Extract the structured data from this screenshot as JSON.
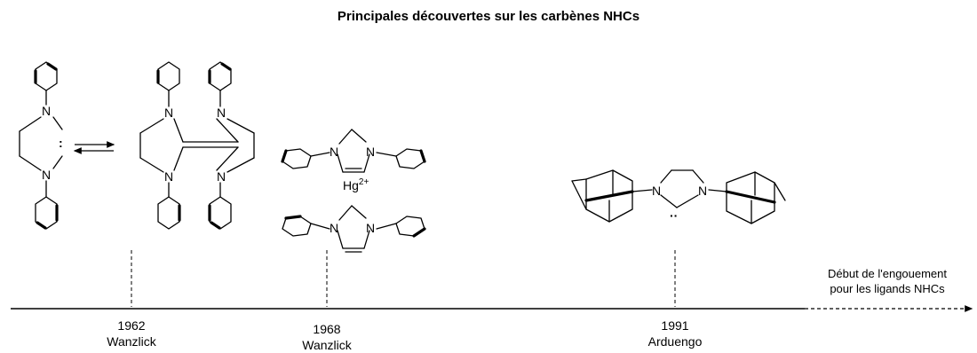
{
  "title": "Principales découvertes sur les carbènes NHCs",
  "events": [
    {
      "year": "1962",
      "author": "Wanzlick"
    },
    {
      "year": "1968",
      "author": "Wanzlick"
    },
    {
      "year": "1991",
      "author": "Arduengo"
    }
  ],
  "note": {
    "line1": "Début de l'engouement",
    "line2": "pour les ligands NHCs"
  },
  "atoms": {
    "nitrogen": "N",
    "mercury": "Hg",
    "mercury_charge": "2+"
  }
}
